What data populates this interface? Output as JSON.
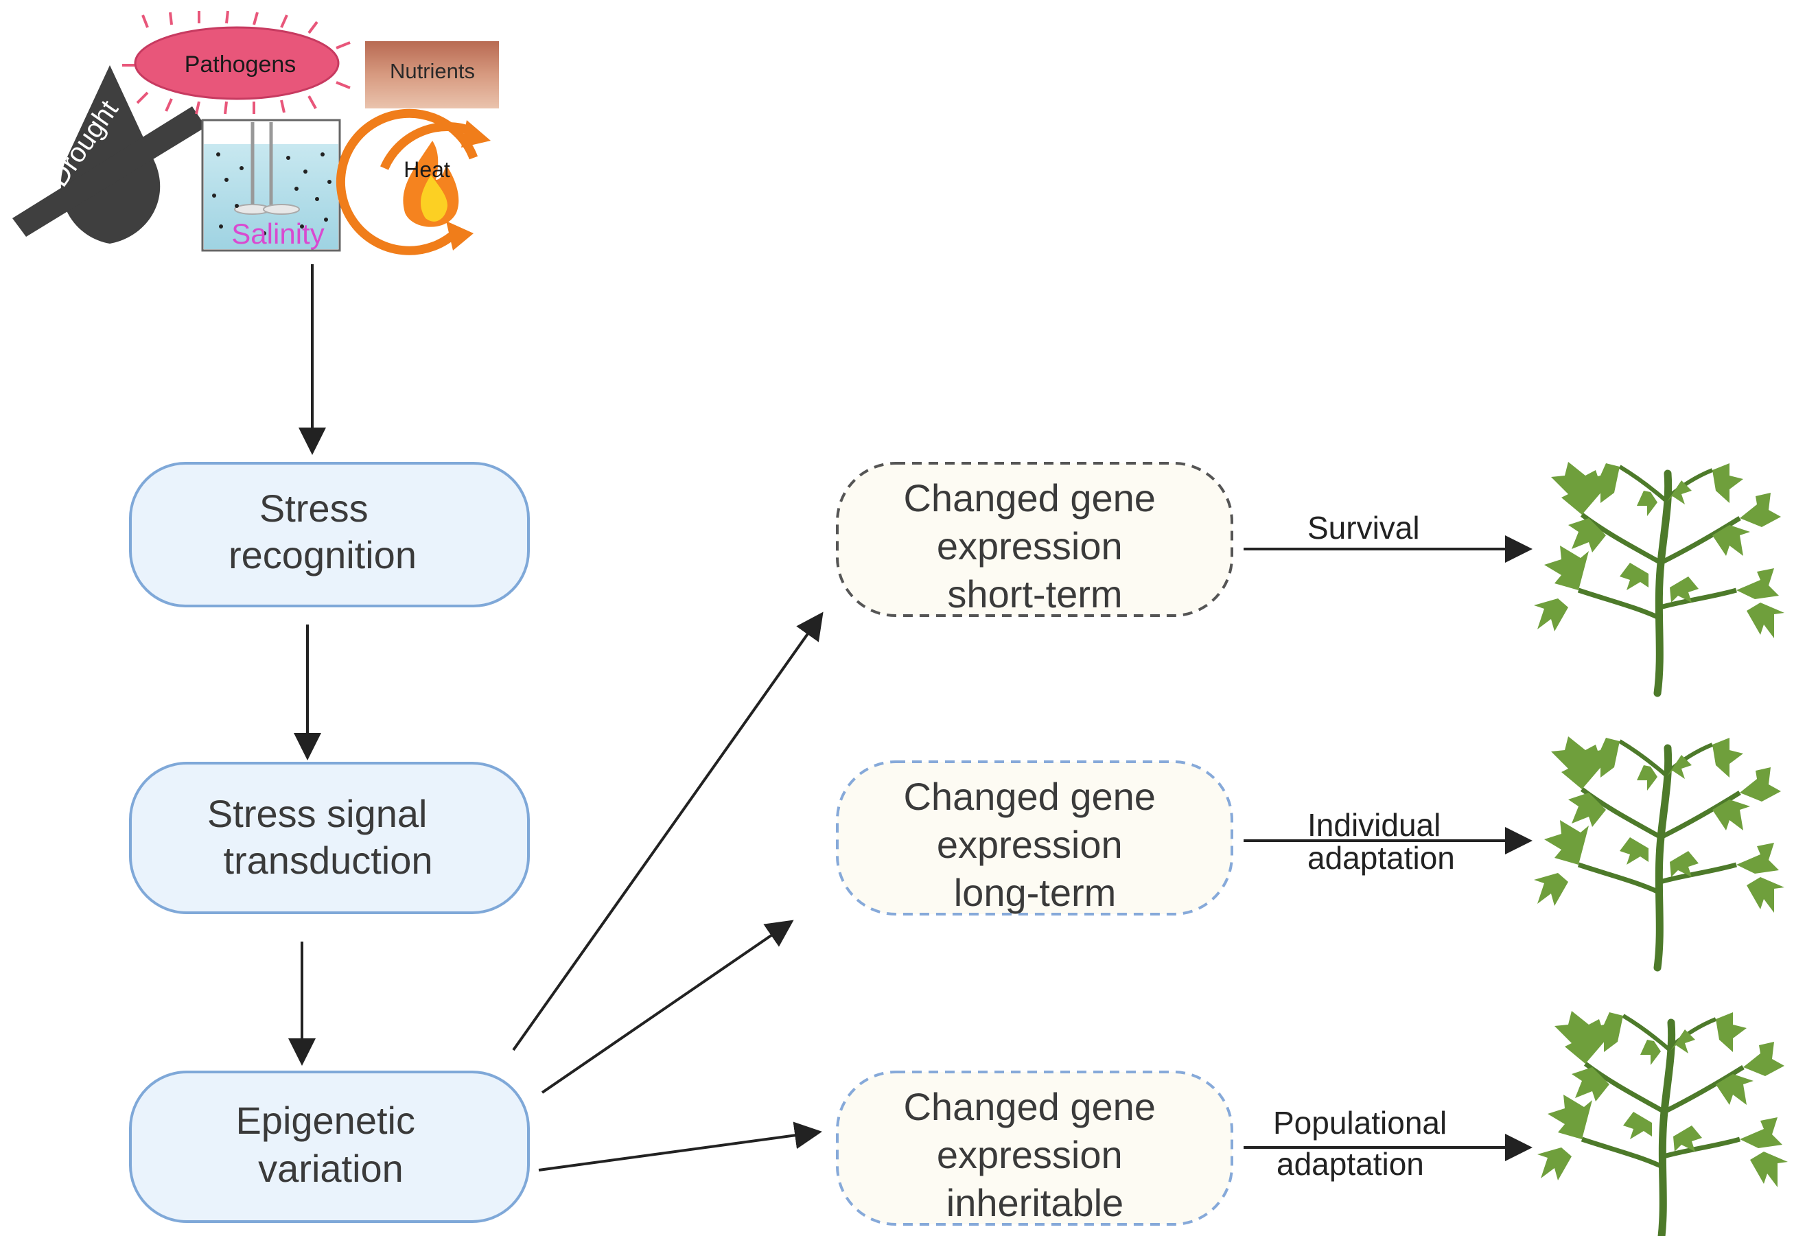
{
  "stressors": {
    "pathogens": "Pathogens",
    "nutrients": "Nutrients",
    "drought": "Drought",
    "salinity": "Salinity",
    "heat": "Heat"
  },
  "pathway": {
    "step1": [
      "Stress",
      "recognition"
    ],
    "step2": [
      "Stress signal",
      "transduction"
    ],
    "step3": [
      "Epigenetic",
      "variation"
    ]
  },
  "outcomes": [
    {
      "lines": [
        "Changed gene",
        "expression",
        "short-term"
      ],
      "result": [
        "Survival"
      ]
    },
    {
      "lines": [
        "Changed gene",
        "expression",
        "long-term"
      ],
      "result": [
        "Individual",
        "adaptation"
      ]
    },
    {
      "lines": [
        "Changed gene",
        "expression",
        "inheritable"
      ],
      "result": [
        "Populational",
        "adaptation"
      ]
    }
  ],
  "colors": {
    "pathway_fill": "#eaf3fc",
    "pathway_stroke": "#7fa8d8",
    "outcome_fill": "#fdfbf3",
    "outcome_stroke_short": "#555555",
    "outcome_stroke_other": "#86a9d9",
    "arrow": "#222222",
    "plant_dark": "#5f8f36",
    "plant_mid": "#6f9f3c",
    "plant_light": "#8fc04a",
    "salinity_text": "#d94ad0",
    "heat_ring": "#f07d1a",
    "pathogen_fill": "#e8567a"
  },
  "icons": [
    "drought-icon",
    "pathogen-icon",
    "nutrients-icon",
    "salinity-icon",
    "heat-icon",
    "plant-icon"
  ]
}
